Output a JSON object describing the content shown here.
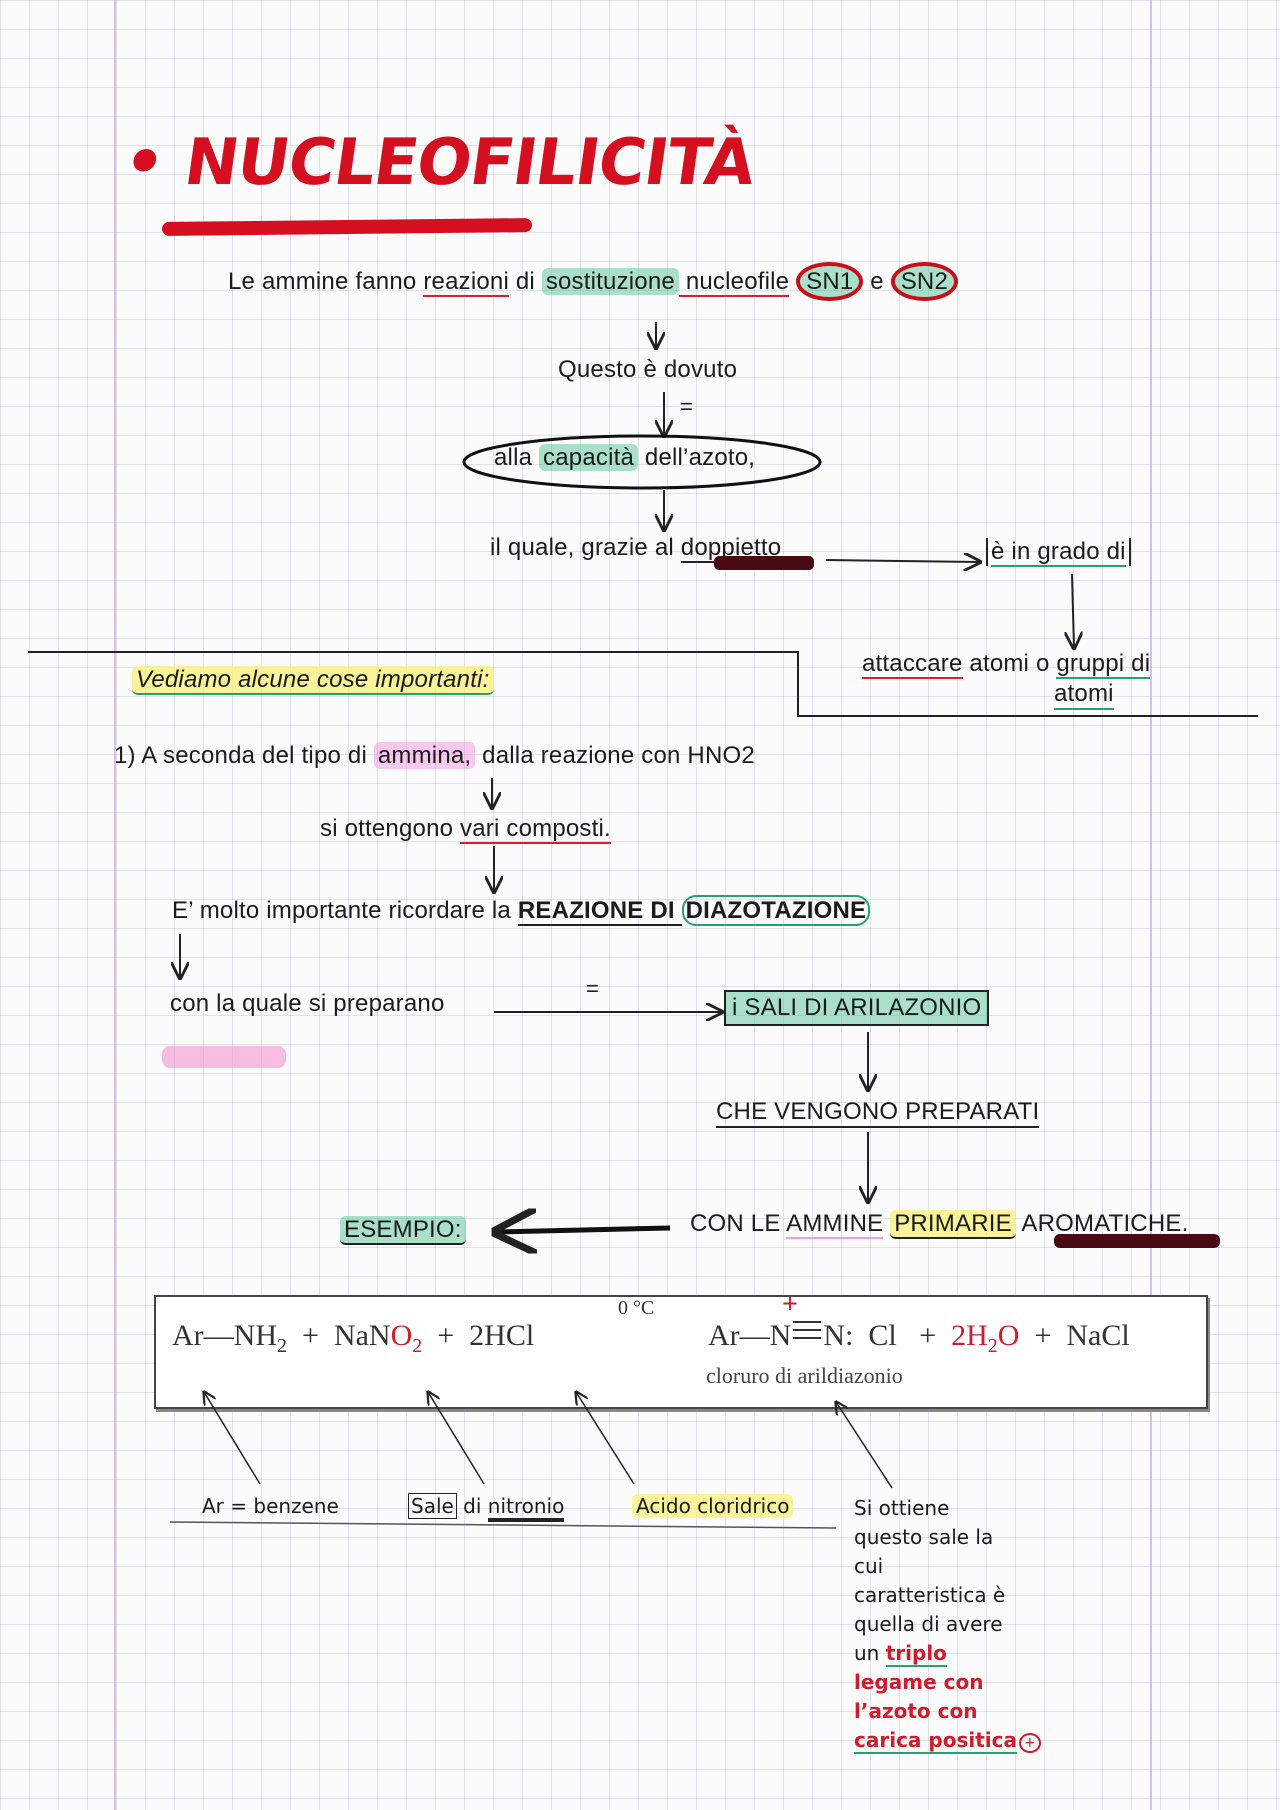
{
  "title": "NUCLEOFILICITÀ",
  "intro": {
    "part1": "Le ammine fanno ",
    "reazioni": "reazioni",
    "di": " di ",
    "sostituzione": "sostituzione",
    "nucleofile": " nucleofile",
    "sn1": "SN1",
    "e": " e ",
    "sn2": "SN2"
  },
  "flow": {
    "questo": "Questo è dovuto",
    "alla": "alla ",
    "capacita": "capacità",
    "dellazoto": " dell’azoto,",
    "quale_pre": "il quale, grazie al ",
    "doppietto": "doppietto",
    "in_grado": "è in grado di",
    "attaccare": "attaccare",
    "atomi_o": " atomi o ",
    "gruppi_di": "gruppi di",
    "atomi": "atomi",
    "equals": "="
  },
  "section": {
    "heading": "Vediamo alcune cose importanti:",
    "item1_num": "1)",
    "item1_pre": " A seconda del tipo di ",
    "ammina": "ammina,",
    "item1_post": " dalla reazione con HNO2",
    "si_ottengono": "si ottengono ",
    "vari_composti": "vari composti.",
    "molto_importante": "E’ molto importante ricordare la ",
    "reazione_di": "REAZIONE DI ",
    "diazotazione": "DIAZOTAZIONE",
    "con_la_quale": "con la quale si preparano",
    "sali": "i SALI DI ARILAZONIO",
    "vengono": "CHE VENGONO PREPARATI",
    "con_le": "CON LE ",
    "ammine": "AMMINE",
    "primarie": "PRIMARIE",
    "aromatiche": " AROMATICHE.",
    "esempio": "ESEMPIO:"
  },
  "reaction": {
    "ar1": "Ar—",
    "nh2": "NH",
    "nh2_sub": "2",
    "plus1": "+",
    "nano2_a": "NaN",
    "nano2_b": "O",
    "nano2_sub": "2",
    "plus2": "+",
    "hcl": "2HCl",
    "condition": "0 °C",
    "ar2": "Ar—",
    "n1": "N",
    "n2": "N:",
    "cl": "Cl",
    "plus3": "+",
    "h2o_a": "2H",
    "h2o_sub": "2",
    "h2o_b": "O",
    "plus4": "+",
    "nacl": "NaCl",
    "product_name": "cloruro di arildiazonio",
    "charge_plus": "+"
  },
  "annotations": {
    "ar": "Ar = benzene",
    "sale": "Sale",
    "di_nitronio": " di ",
    "nitronio": "nitronio",
    "acido": "Acido cloridrico",
    "note_lines": [
      "Si ottiene",
      "questo sale la",
      "cui",
      "caratteristica è",
      "quella di avere",
      "un "
    ],
    "note_triplo": "triplo",
    "note_red_lines": [
      "legame con",
      "l’azoto con",
      "carica positica"
    ],
    "note_plus": "+"
  },
  "colors": {
    "red": "#d41020",
    "green_highlight": "#48be8c",
    "pink_highlight": "#f08cdc",
    "yellow_highlight": "#faf078"
  }
}
